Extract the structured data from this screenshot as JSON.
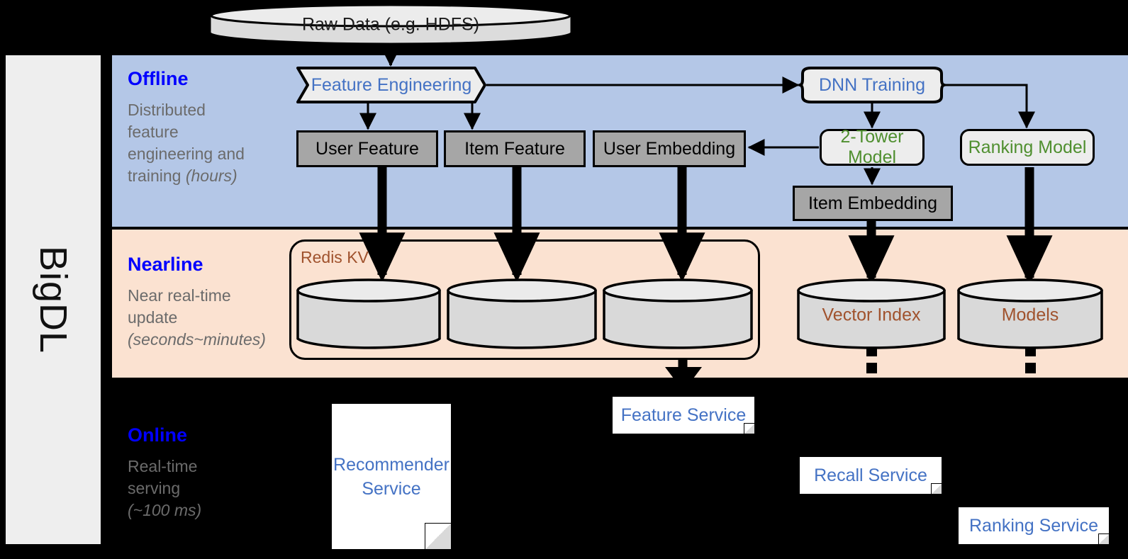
{
  "diagram": {
    "framework_label": "BigDL",
    "stages": [
      {
        "id": "offline",
        "title": "Offline",
        "description_line1": "Distributed",
        "description_line2": "feature",
        "description_line3": "engineering and",
        "description_line4": "training ",
        "description_note": "(hours)",
        "band_color": "#b4c7e7"
      },
      {
        "id": "nearline",
        "title": "Nearline",
        "description_line1": "Near real-time",
        "description_line2": "update",
        "description_note": "(seconds~minutes)",
        "band_color": "#fbe2d1"
      },
      {
        "id": "online",
        "title": "Online",
        "description_line1": "Real-time",
        "description_line2": "serving",
        "description_note": "(~100 ms)",
        "band_color": "#000000"
      }
    ],
    "nodes": {
      "raw_data": "Raw Data (e.g. HDFS)",
      "feature_engineering": "Feature Engineering",
      "dnn_training": "DNN Training",
      "user_feature": "User Feature",
      "item_feature": "Item Feature",
      "user_embedding": "User Embedding",
      "two_tower_model": "2-Tower Model",
      "ranking_model": "Ranking Model",
      "item_embedding": "Item Embedding",
      "redis_kv": "Redis KV",
      "redis_store_1": "",
      "redis_store_2": "",
      "redis_store_3": "",
      "vector_index": "Vector Index",
      "models": "Models",
      "recommender_service": "Recommender Service",
      "feature_service": "Feature Service",
      "recall_service": "Recall Service",
      "ranking_service": "Ranking Service"
    },
    "colors": {
      "stage_title": "#0000ff",
      "stage_desc": "#6b6b6b",
      "offline_band": "#b4c7e7",
      "nearline_band": "#fbe2d1",
      "online_band": "#000000",
      "gray_node": "#a6a6a6",
      "process_node": "#ededed",
      "blue_text": "#4472c4",
      "green_text": "#4f8f2f",
      "brown_text": "#a0522d",
      "rail": "#eeeeee"
    }
  }
}
